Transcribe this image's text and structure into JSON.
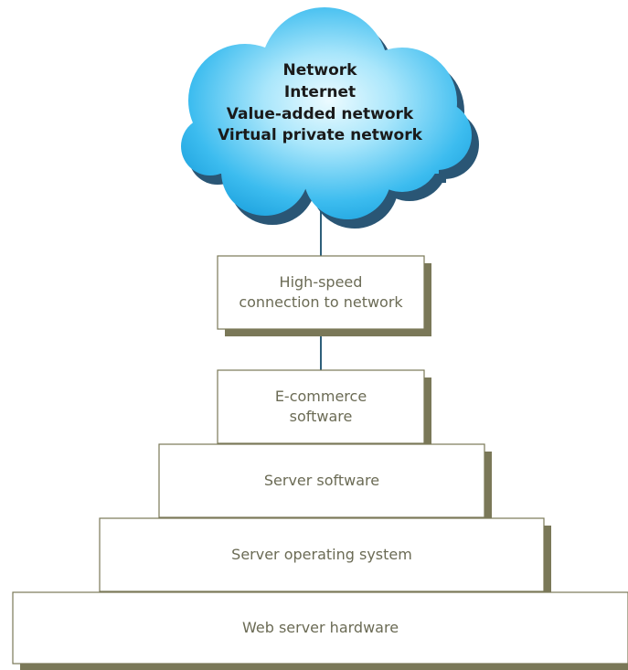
{
  "cloud": {
    "lines": [
      "Network",
      "Internet",
      "Value-added network",
      "Virtual private network"
    ]
  },
  "connection": {
    "line1": "High-speed",
    "line2": "connection to network"
  },
  "stack": {
    "ecommerce": {
      "line1": "E-commerce",
      "line2": "software"
    },
    "server_software": "Server software",
    "server_os": "Server operating system",
    "hardware": "Web server hardware"
  },
  "colors": {
    "box_shadow": "#7a7858",
    "box_border": "#7a7858",
    "connector": "#2e5f7a",
    "cloud_light": "#c8f0ff",
    "cloud_dark": "#1aa3e0",
    "cloud_shadow": "#2a5675",
    "text": "#6b6b55"
  }
}
